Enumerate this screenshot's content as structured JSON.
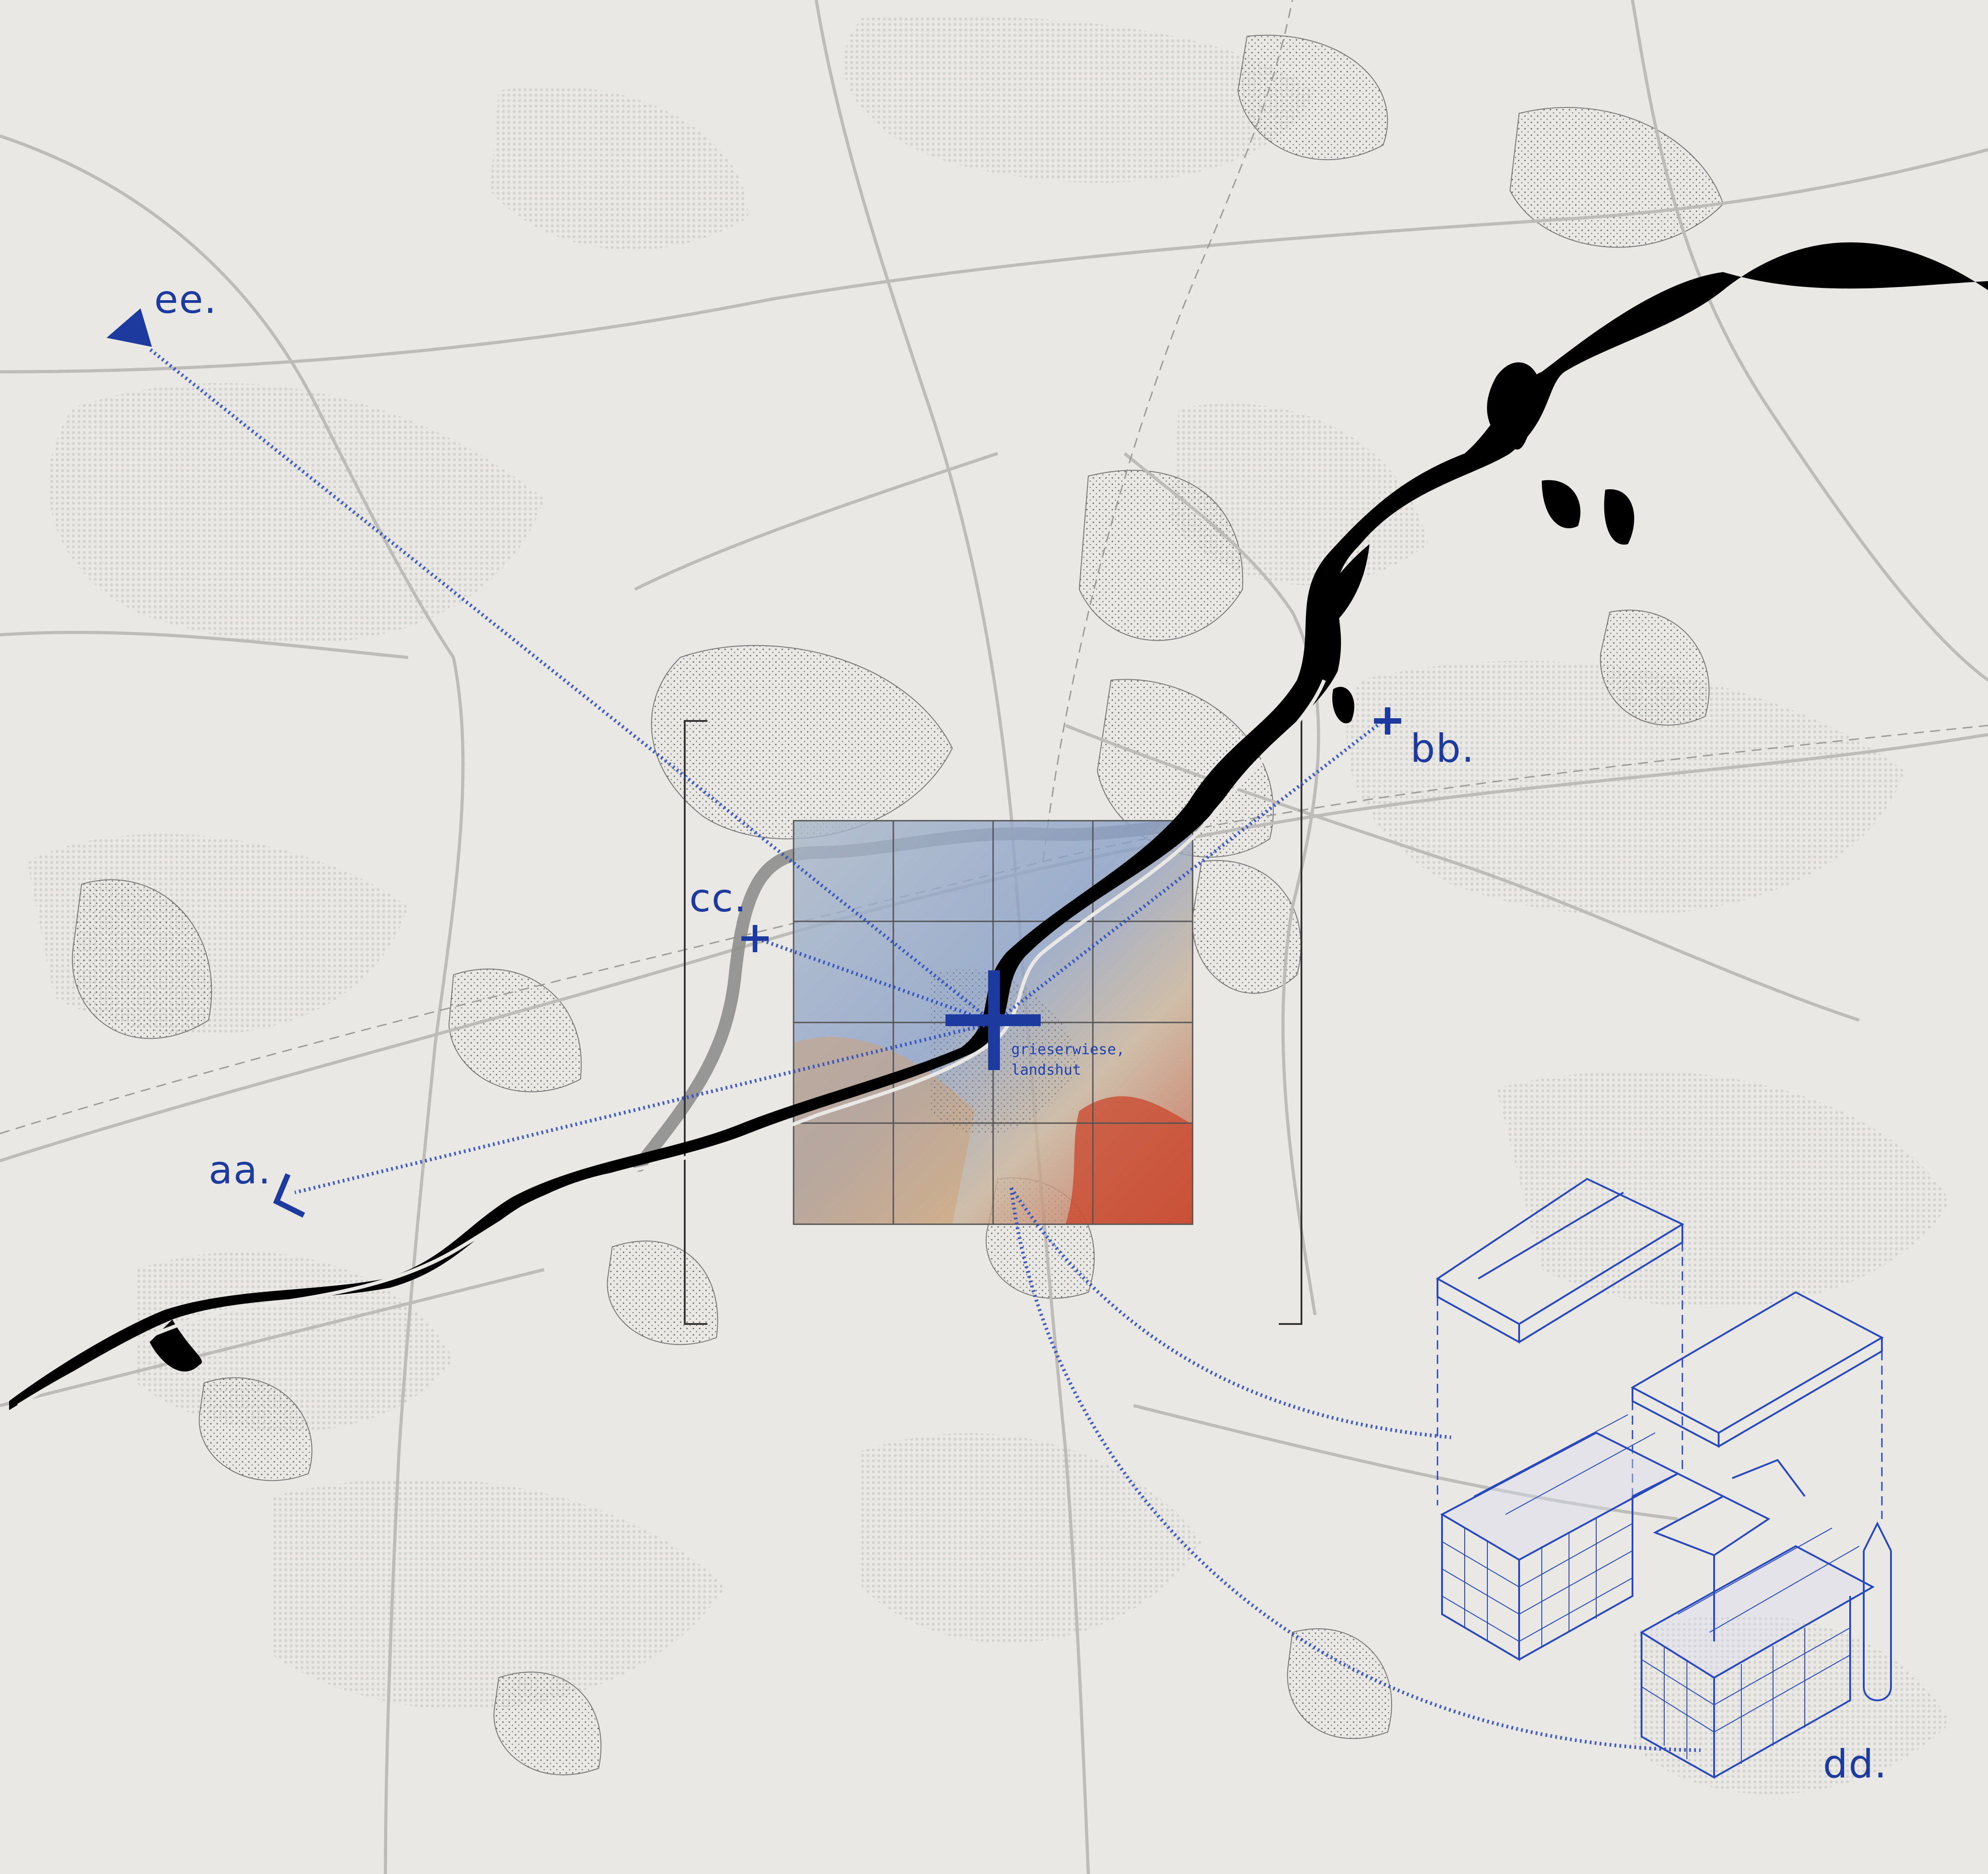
{
  "map": {
    "center_label": {
      "line1": "grieserwiese,",
      "line2": "landshut"
    },
    "points": [
      {
        "id": "aa",
        "label": "aa."
      },
      {
        "id": "bb",
        "label": "bb."
      },
      {
        "id": "cc",
        "label": "cc."
      },
      {
        "id": "dd",
        "label": "dd."
      },
      {
        "id": "ee",
        "label": "ee."
      }
    ]
  },
  "colors": {
    "background": "#e9e8e4",
    "accent_blue": "#1d3a9e",
    "river": "#000000",
    "road": "#bdbcb8",
    "settlement_dots": "#4a4a4a"
  }
}
